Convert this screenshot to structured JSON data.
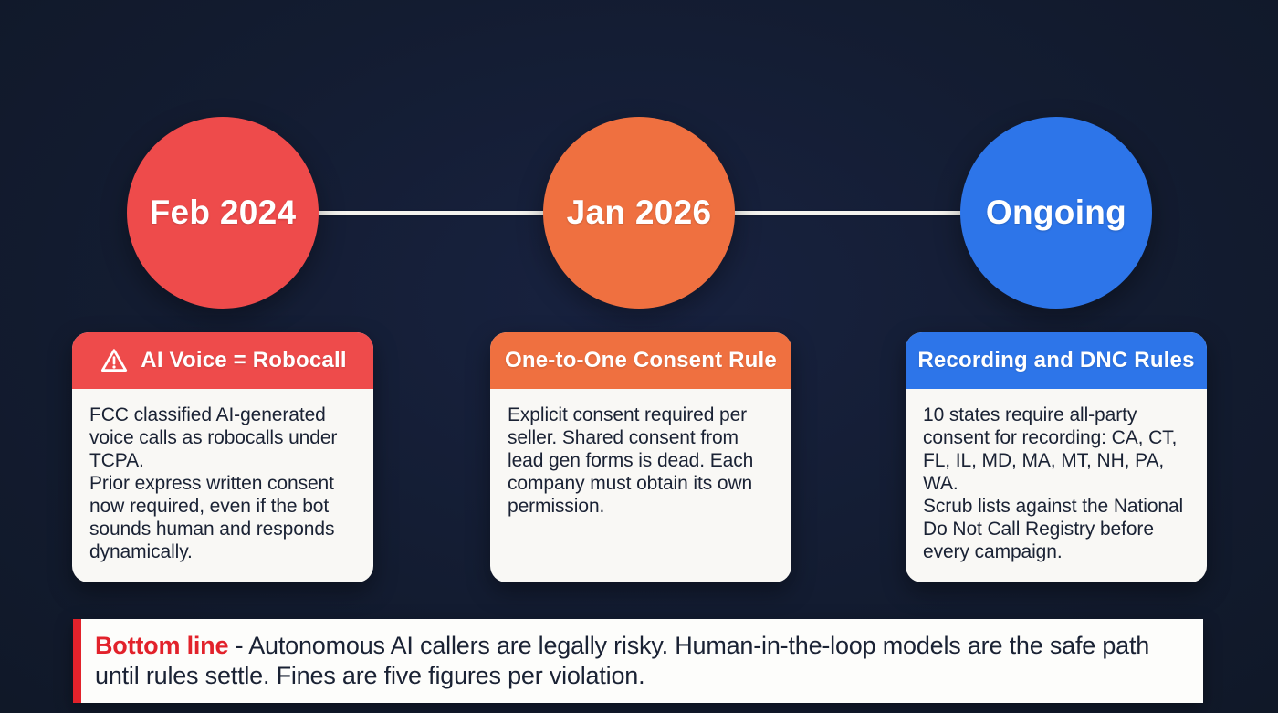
{
  "page": {
    "background_color": "#131c31"
  },
  "timeline": {
    "connector_color": "#f4f3ee",
    "nodes": [
      {
        "label": "Feb 2024",
        "color": "#ee4b4b"
      },
      {
        "label": "Jan 2026",
        "color": "#ef7040"
      },
      {
        "label": "Ongoing",
        "color": "#2d75e9"
      }
    ]
  },
  "cards": [
    {
      "title": "AI Voice = Robocall",
      "header_color": "#ee4b4b",
      "icon": "warning-triangle-icon",
      "body": [
        "FCC classified AI-generated voice calls as robocalls under TCPA.",
        "Prior express written consent now required, even if the bot sounds human and responds dynamically."
      ]
    },
    {
      "title": "One-to-One Consent Rule",
      "header_color": "#ef7040",
      "body": [
        "Explicit consent required per seller. Shared consent from lead gen forms is dead. Each company must obtain its own permission."
      ]
    },
    {
      "title": "Recording and DNC Rules",
      "header_color": "#2d75e9",
      "body": [
        "10 states require all-party consent for recording: CA, CT, FL, IL, MD, MA, MT, NH, PA, WA.",
        "Scrub lists against the National Do Not Call Registry before every campaign."
      ]
    }
  ],
  "bottom_note": {
    "label": "Bottom line",
    "label_color": "#e2222b",
    "accent_color": "#e2222b",
    "text": "- Autonomous AI callers are legally risky. Human-in-the-loop models are the safe path until rules settle. Fines are five figures per violation."
  }
}
